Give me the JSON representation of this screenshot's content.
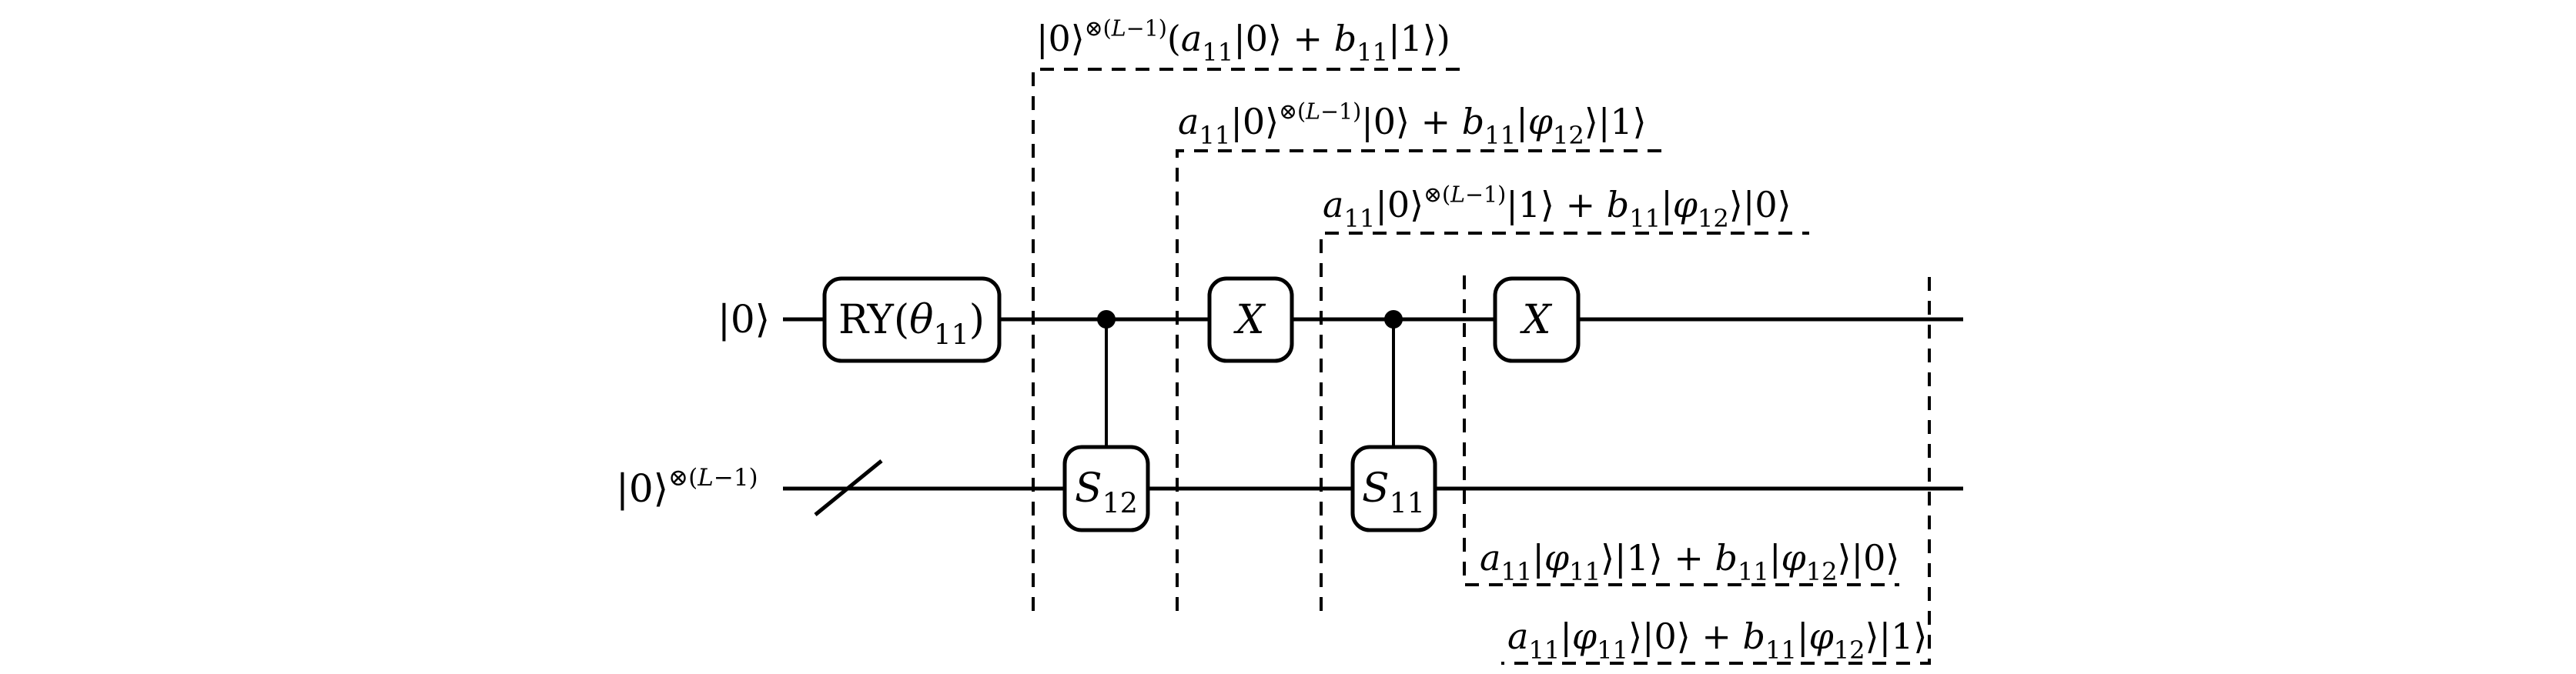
{
  "diagram": {
    "type": "quantum-circuit",
    "colors": {
      "ink": "#000000",
      "background": "#ffffff"
    },
    "qubits": [
      {
        "id": "q0",
        "label": [
          {
            "t": "|0⟩"
          }
        ]
      },
      {
        "id": "q1",
        "label": [
          {
            "t": "|0⟩"
          },
          {
            "t": "⊗(",
            "s": "sup"
          },
          {
            "t": "L",
            "s": "sup-it"
          },
          {
            "t": "−1)",
            "s": "sup"
          }
        ],
        "register_slash": true
      }
    ],
    "gates": [
      {
        "id": "ry",
        "qubit": "q0",
        "label": [
          {
            "t": "RY("
          },
          {
            "t": "θ",
            "s": "it"
          },
          {
            "t": "11",
            "s": "sub"
          },
          {
            "t": ")"
          }
        ]
      },
      {
        "id": "s12",
        "qubit": "q1",
        "control": "q0",
        "label": [
          {
            "t": "S",
            "s": "it"
          },
          {
            "t": "12",
            "s": "sub"
          }
        ]
      },
      {
        "id": "x1",
        "qubit": "q0",
        "label": [
          {
            "t": "X",
            "s": "it"
          }
        ]
      },
      {
        "id": "s11",
        "qubit": "q1",
        "control": "q0",
        "label": [
          {
            "t": "S",
            "s": "it"
          },
          {
            "t": "11",
            "s": "sub"
          }
        ]
      },
      {
        "id": "x2",
        "qubit": "q0",
        "label": [
          {
            "t": "X",
            "s": "it"
          }
        ]
      }
    ],
    "state_annotations": [
      {
        "id": "state-1",
        "position": "top",
        "formula": [
          {
            "t": "|0⟩"
          },
          {
            "t": "⊗(",
            "s": "sup"
          },
          {
            "t": "L",
            "s": "sup-it"
          },
          {
            "t": "−1)",
            "s": "sup"
          },
          {
            "t": "("
          },
          {
            "t": "a",
            "s": "it"
          },
          {
            "t": "11",
            "s": "sub"
          },
          {
            "t": "|0⟩ + "
          },
          {
            "t": "b",
            "s": "it"
          },
          {
            "t": "11",
            "s": "sub"
          },
          {
            "t": "|1⟩)"
          }
        ]
      },
      {
        "id": "state-2",
        "position": "top",
        "formula": [
          {
            "t": "a",
            "s": "it"
          },
          {
            "t": "11",
            "s": "sub"
          },
          {
            "t": "|0⟩"
          },
          {
            "t": "⊗(",
            "s": "sup"
          },
          {
            "t": "L",
            "s": "sup-it"
          },
          {
            "t": "−1)",
            "s": "sup"
          },
          {
            "t": "|0⟩ + "
          },
          {
            "t": "b",
            "s": "it"
          },
          {
            "t": "11",
            "s": "sub"
          },
          {
            "t": "|"
          },
          {
            "t": "φ",
            "s": "it"
          },
          {
            "t": "12",
            "s": "sub"
          },
          {
            "t": "⟩|1⟩"
          }
        ]
      },
      {
        "id": "state-3",
        "position": "top",
        "formula": [
          {
            "t": "a",
            "s": "it"
          },
          {
            "t": "11",
            "s": "sub"
          },
          {
            "t": "|0⟩"
          },
          {
            "t": "⊗(",
            "s": "sup"
          },
          {
            "t": "L",
            "s": "sup-it"
          },
          {
            "t": "−1)",
            "s": "sup"
          },
          {
            "t": "|1⟩ + "
          },
          {
            "t": "b",
            "s": "it"
          },
          {
            "t": "11",
            "s": "sub"
          },
          {
            "t": "|"
          },
          {
            "t": "φ",
            "s": "it"
          },
          {
            "t": "12",
            "s": "sub"
          },
          {
            "t": "⟩|0⟩"
          }
        ]
      },
      {
        "id": "state-4",
        "position": "bottom",
        "formula": [
          {
            "t": "a",
            "s": "it"
          },
          {
            "t": "11",
            "s": "sub"
          },
          {
            "t": "|"
          },
          {
            "t": "φ",
            "s": "it"
          },
          {
            "t": "11",
            "s": "sub"
          },
          {
            "t": "⟩|1⟩ + "
          },
          {
            "t": "b",
            "s": "it"
          },
          {
            "t": "11",
            "s": "sub"
          },
          {
            "t": "|"
          },
          {
            "t": "φ",
            "s": "it"
          },
          {
            "t": "12",
            "s": "sub"
          },
          {
            "t": "⟩|0⟩"
          }
        ]
      },
      {
        "id": "state-5",
        "position": "bottom",
        "formula": [
          {
            "t": "a",
            "s": "it"
          },
          {
            "t": "11",
            "s": "sub"
          },
          {
            "t": "|"
          },
          {
            "t": "φ",
            "s": "it"
          },
          {
            "t": "11",
            "s": "sub"
          },
          {
            "t": "⟩|0⟩ + "
          },
          {
            "t": "b",
            "s": "it"
          },
          {
            "t": "11",
            "s": "sub"
          },
          {
            "t": "|"
          },
          {
            "t": "φ",
            "s": "it"
          },
          {
            "t": "12",
            "s": "sub"
          },
          {
            "t": "⟩|1⟩"
          }
        ]
      }
    ]
  }
}
